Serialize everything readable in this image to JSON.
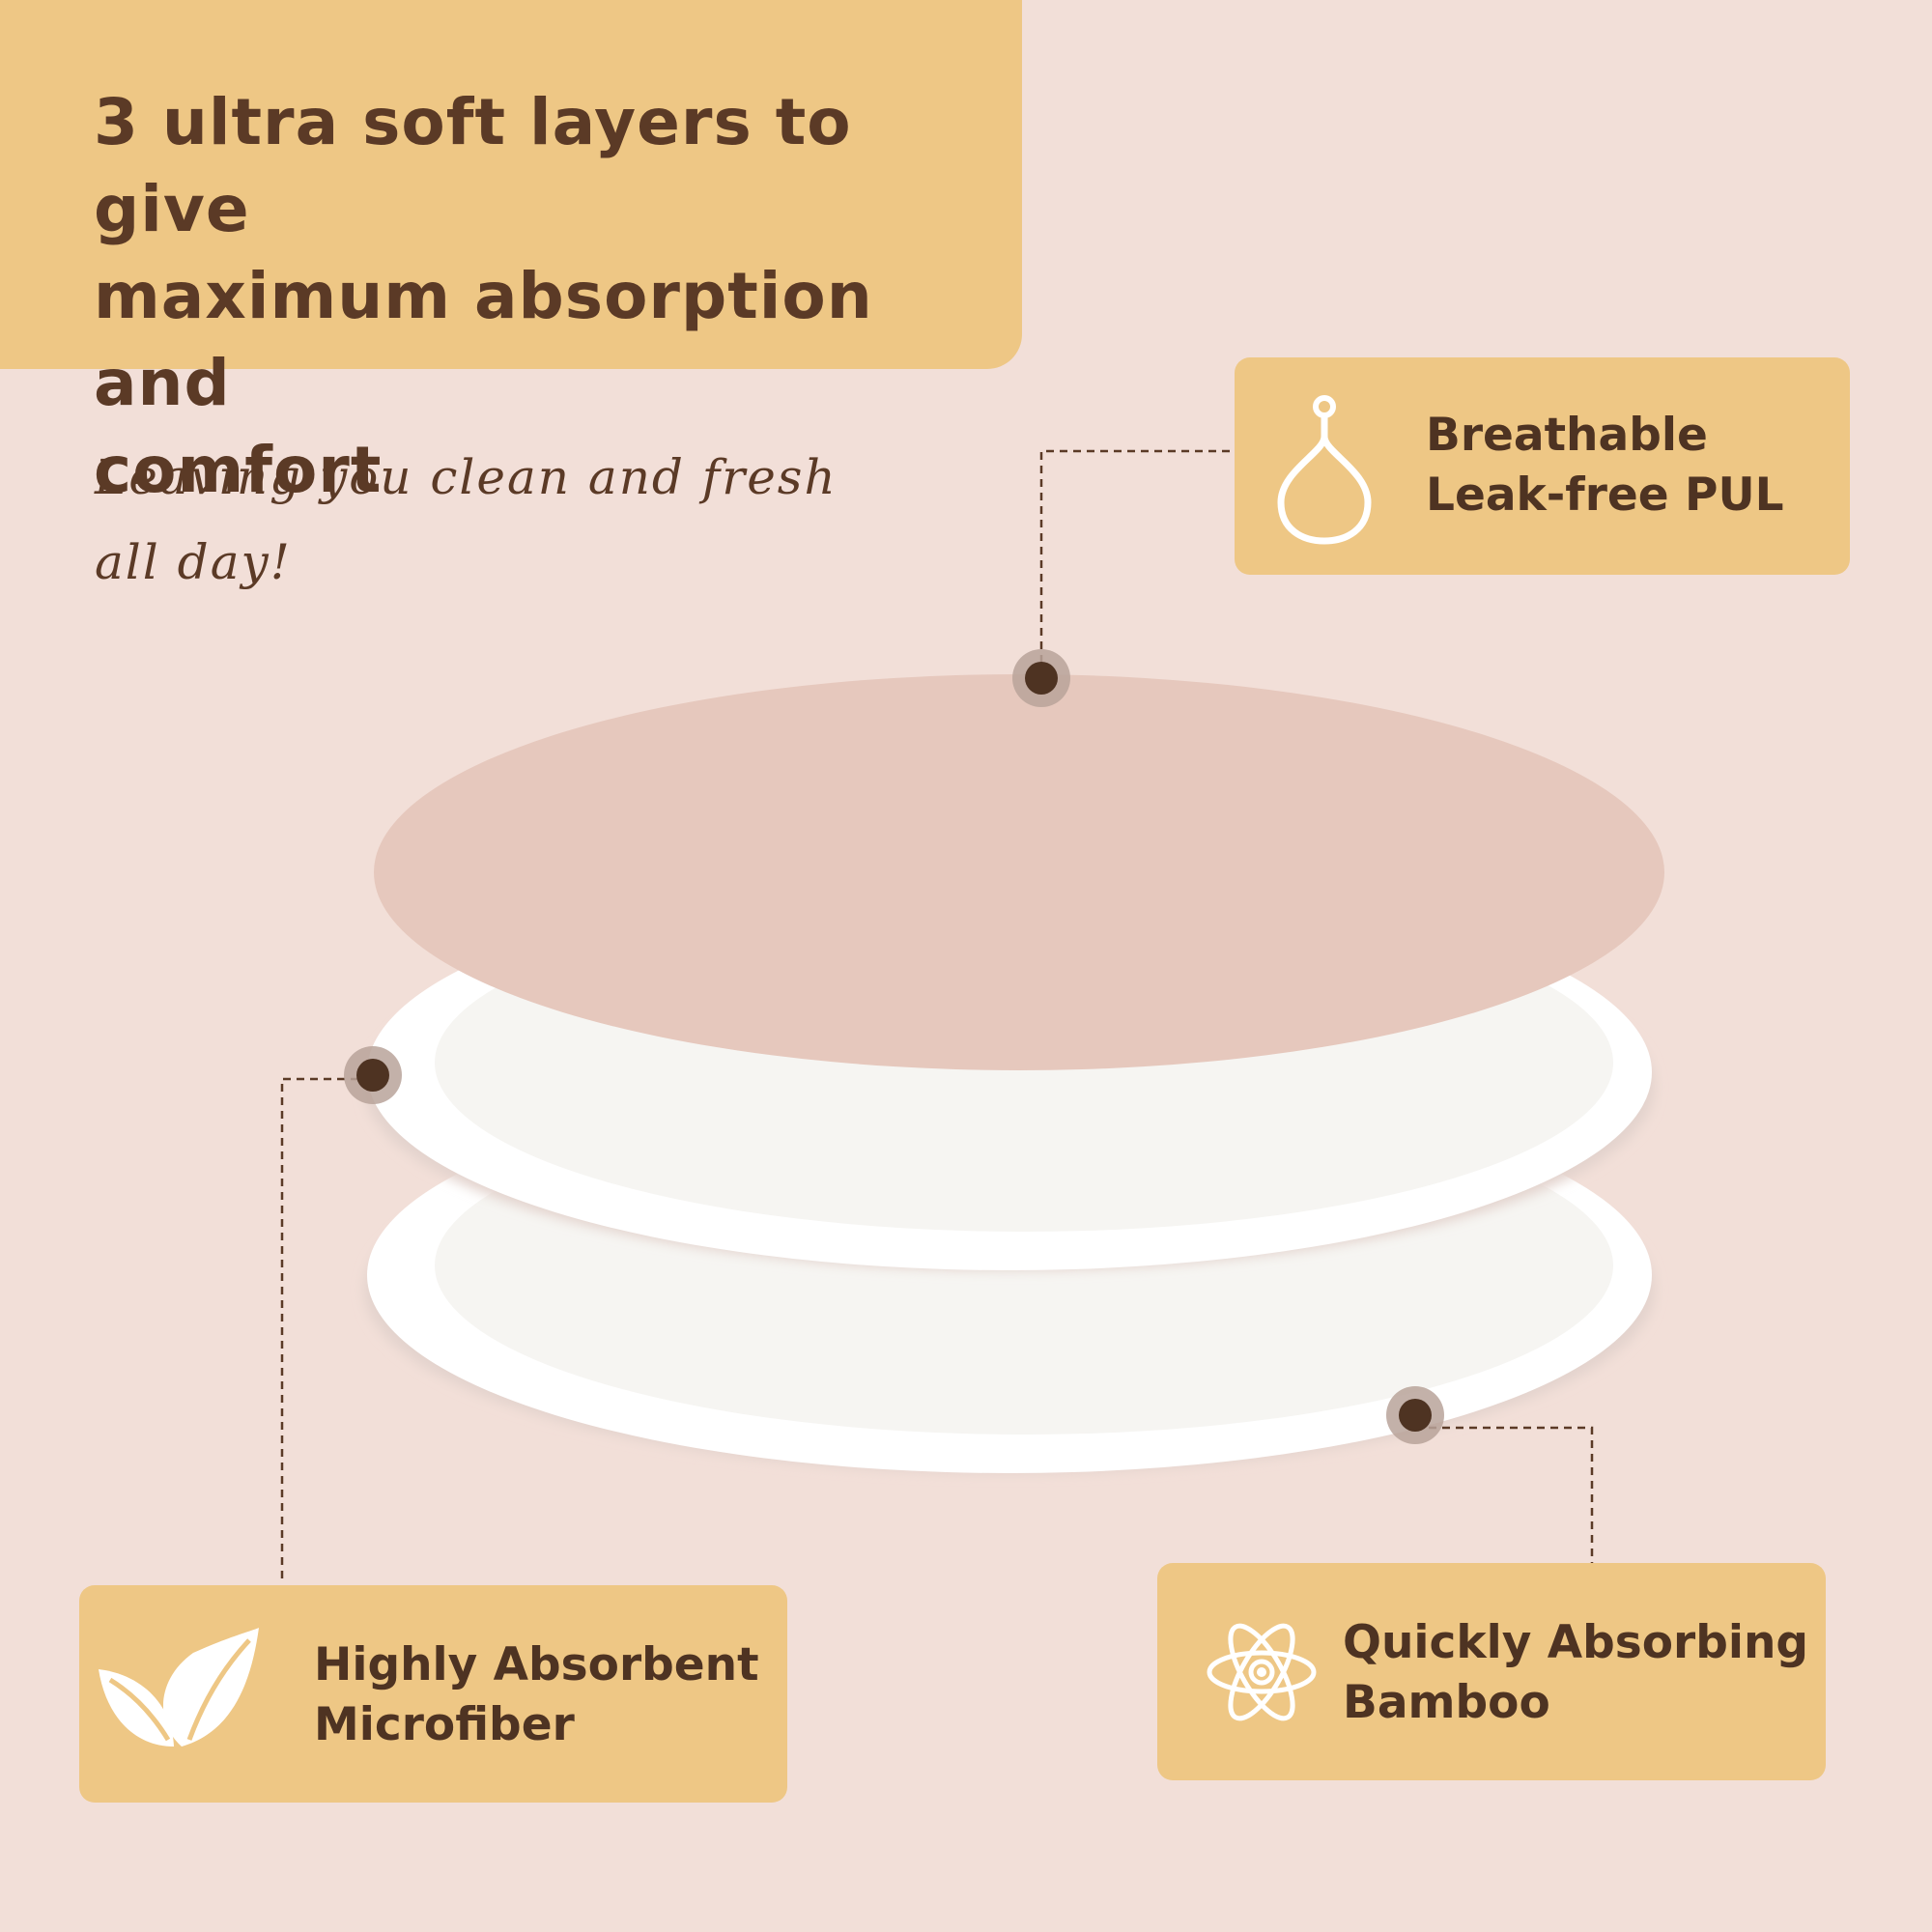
{
  "headline": {
    "line1": "3 ultra soft layers to give",
    "line2": "maximum absorption and",
    "line3": "comfort"
  },
  "tagline": {
    "line1": "Leaving you clean and fresh",
    "line2": "all day!"
  },
  "features": {
    "pul": {
      "line1": "Breathable",
      "line2": "Leak-free PUL",
      "icon": "water-drop-icon"
    },
    "microfiber": {
      "line1": "Highly Absorbent",
      "line2": "Microfiber",
      "icon": "leaf-icon"
    },
    "bamboo": {
      "line1": "Quickly Absorbing",
      "line2": "Bamboo",
      "icon": "atom-icon"
    }
  },
  "colors": {
    "background": "#f2dfd8",
    "box": "#eec785",
    "text": "#5b3a26",
    "top_layer": "#e6c8bd",
    "pad_layer": "#ffffff"
  }
}
